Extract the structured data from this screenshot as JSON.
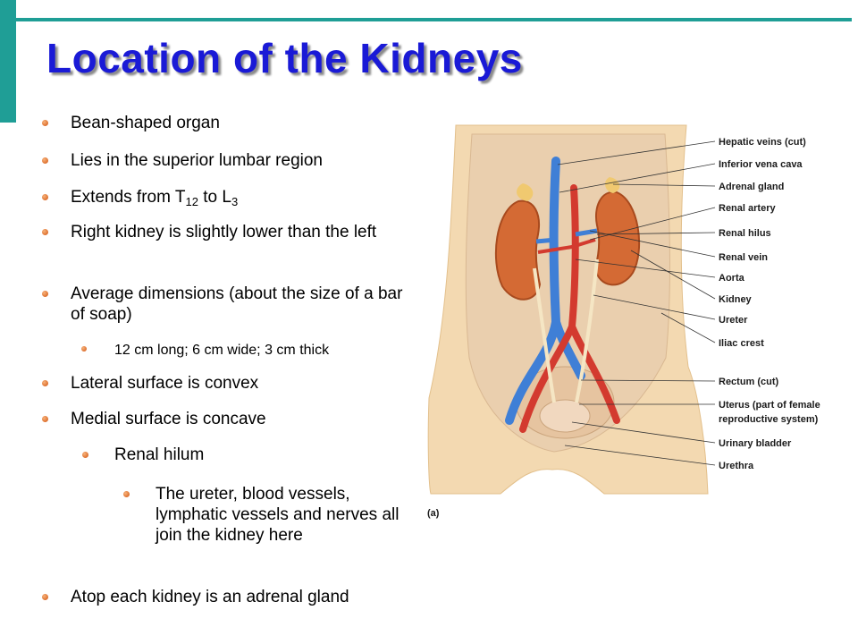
{
  "slide": {
    "title": "Location of the Kidneys",
    "colors": {
      "accent": "#1f9e96",
      "title": "#1a1ad6",
      "bullet": "#e0651a"
    }
  },
  "bullets": {
    "b1": "Bean-shaped organ",
    "b2": "Lies in the superior lumbar region",
    "b3": {
      "pre": "Extends from T",
      "sub1": "12",
      "mid": " to L",
      "sub2": "3"
    },
    "b4": "Right kidney is slightly lower than the left",
    "b5": "Average dimensions (about the size of a bar of soap)",
    "b5a": "12 cm long; 6 cm wide; 3 cm thick",
    "b6": "Lateral surface is convex",
    "b7": "Medial surface is concave",
    "b7a": "Renal hilum",
    "b7a1": "The ureter, blood vessels, lymphatic vessels and nerves all join the kidney here",
    "b8": "Atop each kidney is an adrenal gland"
  },
  "figure": {
    "panel_label": "(a)",
    "labels": [
      "Hepatic veins (cut)",
      "Inferior vena cava",
      "Adrenal gland",
      "Renal artery",
      "Renal hilus",
      "Renal vein",
      "Aorta",
      "Kidney",
      "Ureter",
      "Iliac crest",
      "Rectum (cut)",
      "Uterus (part of female",
      "reproductive system)",
      "Urinary bladder",
      "Urethra"
    ]
  }
}
